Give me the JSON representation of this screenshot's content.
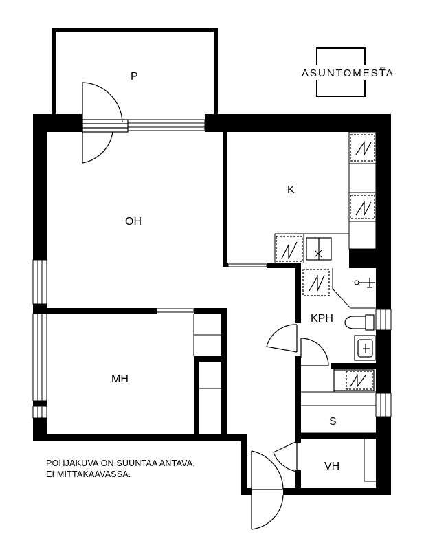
{
  "logo": {
    "text": "ASUNTOMESTA",
    "suffix": "LKV"
  },
  "rooms": {
    "balcony": "P",
    "living_room": "OH",
    "kitchen": "K",
    "bathroom": "KPH",
    "bedroom": "MH",
    "storage": "S",
    "closet": "VH"
  },
  "note": {
    "line1": "POHJAKUVA ON SUUNTAA ANTAVA,",
    "line2": "EI MITTAKAAVASSA."
  }
}
